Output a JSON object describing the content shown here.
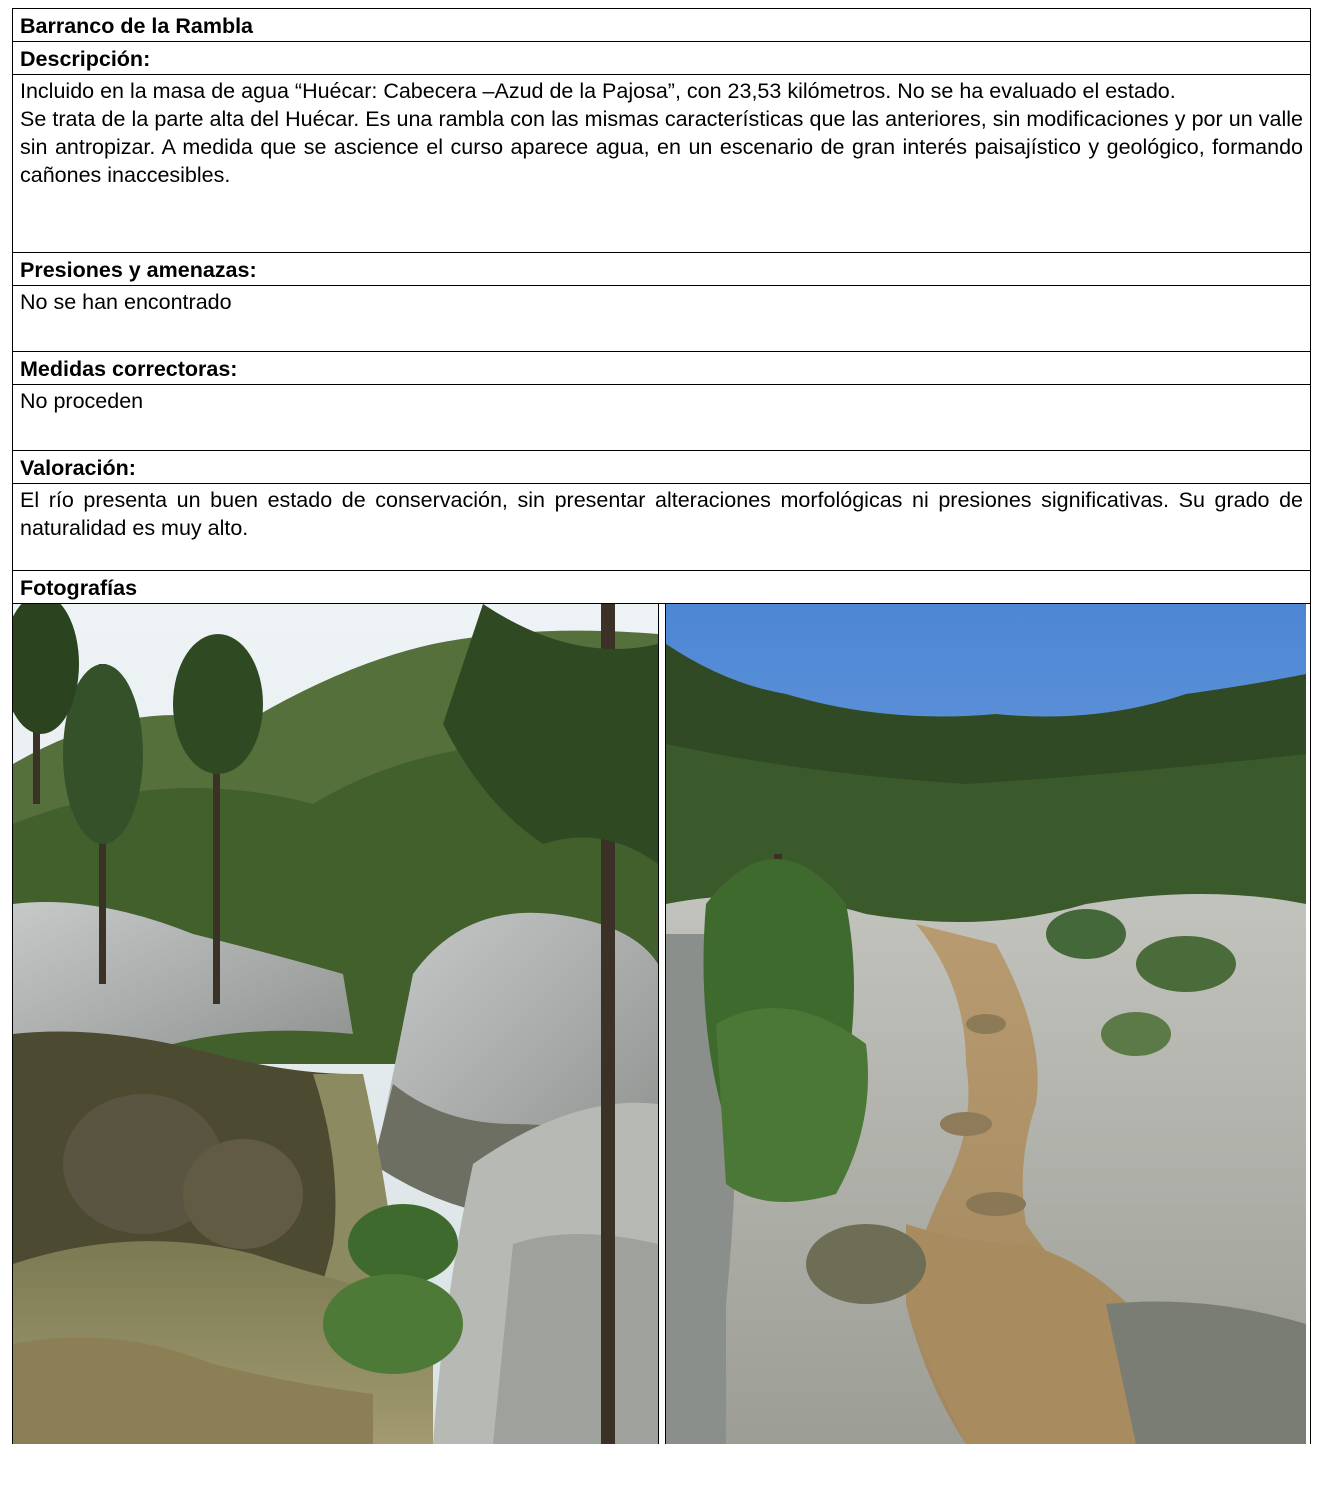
{
  "title": "Barranco de la Rambla",
  "descripcion": {
    "heading": "Descripción:",
    "paragraphs": [
      "Incluido en la masa de agua “Huécar: Cabecera –Azud de la Pajosa”, con 23,53 kilómetros. No se ha evaluado el estado.",
      "Se trata de la parte alta del Huécar. Es una rambla con las mismas características que las anteriores, sin modificaciones y por un valle sin antropizar. A medida que se ascience el curso aparece agua, en un escenario de gran interés paisajístico y geológico, formando cañones inaccesibles."
    ]
  },
  "presiones": {
    "heading": "Presiones y amenazas:",
    "text": "No se han encontrado"
  },
  "medidas": {
    "heading": "Medidas correctoras:",
    "text": "No proceden"
  },
  "valoracion": {
    "heading": "Valoración:",
    "text": "El río presenta un buen estado de conservación, sin presentar alteraciones morfológicas ni presiones significativas. Su grado de naturalidad es muy alto."
  },
  "fotografias": {
    "heading": "Fotografías"
  },
  "colors": {
    "border": "#000000",
    "text": "#000000",
    "sky": "#8fb8e6",
    "foliage": "#3d5a2a",
    "rock": "#a9adb0",
    "water": "#b59a6e"
  }
}
